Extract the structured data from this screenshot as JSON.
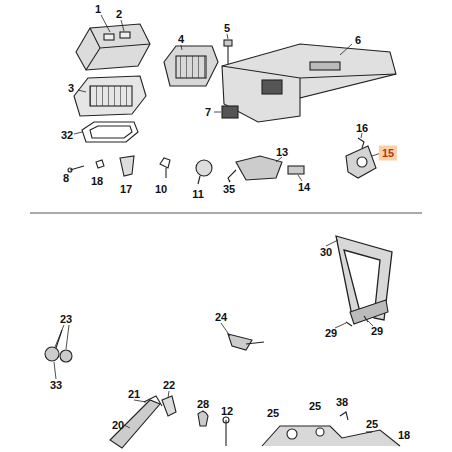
{
  "diagram": {
    "nodes": [
      {
        "text": [
          "15"
        ]
      }
    ],
    "labels": [
      "1",
      "2",
      "5",
      "4",
      "6",
      "3",
      "32",
      "7",
      "16",
      "8",
      "18",
      "17",
      "10",
      "11",
      "13",
      "14",
      "35",
      "30",
      "23",
      "24",
      "29",
      "29",
      "33",
      "21",
      "22",
      "28",
      "12",
      "25",
      "25",
      "38",
      "25",
      "18",
      "20"
    ]
  }
}
